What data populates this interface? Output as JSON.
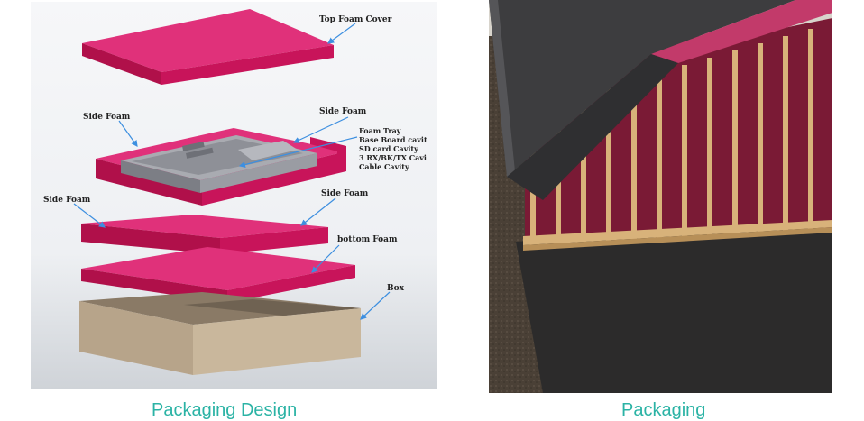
{
  "diagram": {
    "labels": {
      "top_foam_cover": "Top Foam Cover",
      "side_foam_1": "Side Foam",
      "side_foam_2": "Side Foam",
      "side_foam_3": "Side Foam",
      "side_foam_4": "Side Foam",
      "bottom_foam": "bottom Foam",
      "box": "Box"
    },
    "foam_tray_notes": [
      "Foam Tray",
      "Base Board cavit",
      "SD card Cavity",
      "3 RX/BK/TX Cavi",
      "Cable Cavity"
    ]
  },
  "captions": {
    "left": "Packaging Design",
    "right": "Packaging"
  },
  "colors": {
    "foam": "#d4145a",
    "caption": "#2bb3a5",
    "arrow": "#3d8fe0"
  }
}
